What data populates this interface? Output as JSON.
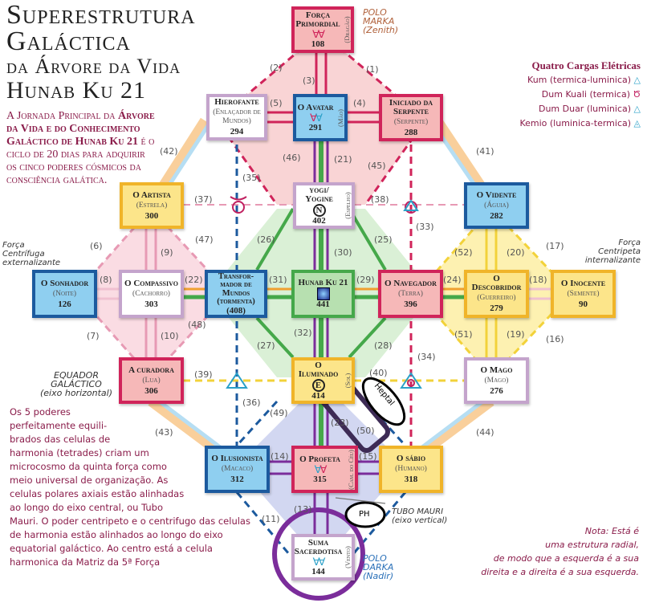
{
  "title": {
    "line1": "Superestrutura",
    "line2": "Galáctica",
    "line3": "da Árvore da Vida",
    "line4": "Hunab Ku 21"
  },
  "intro": {
    "p1": "A Jornada Principal da",
    "p2": "Árvore da Vida e do Conhecimento Galáctico de Hunab Ku 21",
    "p3": "é o ciclo de 20 dias para adquirir os cinco poderes cósmicos da consciência galática."
  },
  "legend": {
    "title": "Quatro Cargas Elétricas",
    "items": [
      {
        "label": "Kum (termica-luminica)",
        "icon": "triangle-in-torus-icon"
      },
      {
        "label": "Dum Kuali (termica)",
        "icon": "torus-icon"
      },
      {
        "label": "Dum Duar (luminica)",
        "icon": "triangle-icon"
      },
      {
        "label": "Kemio (luminica-termica)",
        "icon": "torus-in-triangle-icon"
      }
    ]
  },
  "poles": {
    "marka": [
      "POLO",
      "MARKA",
      "(Zenith)"
    ],
    "darka": [
      "POLO",
      "DARKA",
      "(Nadir)"
    ]
  },
  "forces": {
    "left": [
      "Força",
      "Centrífuga",
      "externalizante"
    ],
    "right": [
      "Força",
      "Centripeta",
      "internalizante"
    ]
  },
  "equator": [
    "EQUADOR",
    "GALÁCTICO",
    "(eixo horizontal)"
  ],
  "tubo": [
    "TUBO MAURI",
    "(eixo vertical)"
  ],
  "bottom_text": "Os 5 poderes perfeitamente equili-brados das celulas de harmonia (tetrades) criam um microcosmo da quinta força como meio universal de organização. As celulas polares axiais estão alinhadas ao longo do eixo central, ou Tubo Mauri. O poder centripeto e o centrifugo das celulas de harmonia estão alinhados ao longo do eixo equatorial galáctico. Ao centro está a celula harmonica da Matriz da 5ª Força",
  "nota": [
    "Nota: Está é",
    "uma estrutura radial,",
    "de modo que a esquerda é a sua",
    "direita e a direita é a sua esquerda."
  ],
  "annotations": {
    "heptal": "Heptal",
    "ph": "PH"
  },
  "cells": {
    "forca": {
      "name": "Força Primordial",
      "side": "(Dragão)",
      "num": "108"
    },
    "hierofante": {
      "name": "Hierofante",
      "sub": "(Enlaçador de Mundos)",
      "num": "294"
    },
    "avatar": {
      "name": "O Avatar",
      "side": "(Mão)",
      "num": "291"
    },
    "iniciado": {
      "name": "Iniciado da Serpente",
      "sub": "(Serpente)",
      "num": "288"
    },
    "artista": {
      "name": "O Artista",
      "sub": "(Estrela)",
      "num": "300"
    },
    "yogi": {
      "name": "yogi/ Yogine",
      "side": "(Espelho)",
      "glyph": "N",
      "num": "402"
    },
    "vidente": {
      "name": "O Vidente",
      "sub": "(Águia)",
      "num": "282"
    },
    "sonhador": {
      "name": "O Sonhador",
      "sub": "(Noite)",
      "num": "126"
    },
    "compassivo": {
      "name": "O Compassivo",
      "sub": "(Cachorro)",
      "num": "303"
    },
    "transformador": {
      "name": "Transfor-mador de Mundos (tormenta)",
      "num": "(408)"
    },
    "hunab": {
      "name": "Hunab Ku 21",
      "num": "441"
    },
    "navegador": {
      "name": "O Navegador",
      "sub": "(Terra)",
      "num": "396"
    },
    "descobridor": {
      "name": "O Descobridor",
      "sub": "(Guerreiro)",
      "num": "279"
    },
    "inocente": {
      "name": "O Inocente",
      "sub": "(Semente)",
      "num": "90"
    },
    "curadora": {
      "name": "A curadora",
      "sub": "(Lua)",
      "num": "306"
    },
    "iluminado": {
      "name": "O Iluminado",
      "side": "(Sol)",
      "glyph": "E",
      "num": "414"
    },
    "mago": {
      "name": "O Mago",
      "sub": "(Mago)",
      "num": "276"
    },
    "ilusionista": {
      "name": "O Ilusionista",
      "sub": "(Macaco)",
      "num": "312"
    },
    "profeta": {
      "name": "O Profeta",
      "side": "(Cam. do Céu)",
      "num": "315"
    },
    "sabio": {
      "name": "O sábio",
      "sub": "(Humano)",
      "num": "318"
    },
    "suma": {
      "name": "Suma Sacerdotisa",
      "side": "(Vento)",
      "num": "144"
    }
  },
  "connections": [
    "(1)",
    "(2)",
    "(3)",
    "(4)",
    "(5)",
    "(6)",
    "(7)",
    "(8)",
    "(9)",
    "(10)",
    "(11)",
    "(13)",
    "(14)",
    "(15)",
    "(16)",
    "(17)",
    "(18)",
    "(19)",
    "(20)",
    "(21)",
    "(22)",
    "(23)",
    "(24)",
    "(25)",
    "(26)",
    "(27)",
    "(28)",
    "(29)",
    "(30)",
    "(31)",
    "(32)",
    "(33)",
    "(34)",
    "(35)",
    "(36)",
    "(37)",
    "(38)",
    "(39)",
    "(40)",
    "(41)",
    "(42)",
    "(43)",
    "(44)",
    "(45)",
    "(46)",
    "(47)",
    "(48)",
    "(49)",
    "(50)",
    "(51)",
    "(52)"
  ],
  "colors": {
    "pink": "#d0245a",
    "blue": "#1c5a9e",
    "green": "#45a84a",
    "yellow": "#f0b429",
    "purple": "#7b2d9b",
    "text": "#8a1c4a"
  }
}
